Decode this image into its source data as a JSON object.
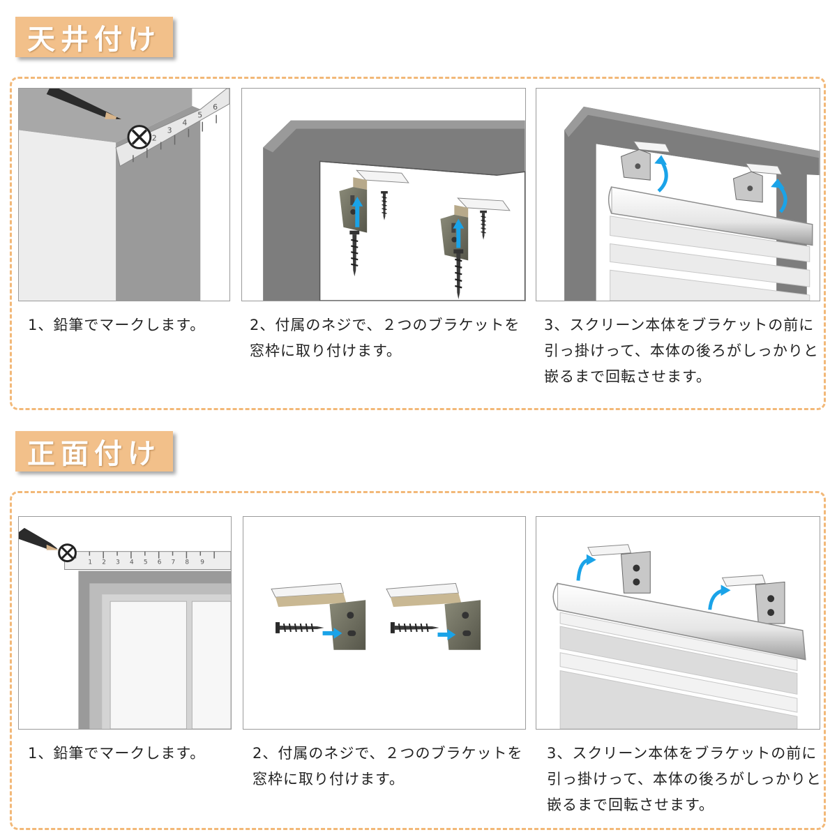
{
  "sections": [
    {
      "title": "天井付け",
      "steps": [
        {
          "caption": "1、鉛筆でマークします。",
          "ruler_numbers": [
            "6",
            "5",
            "4",
            "3",
            "2"
          ]
        },
        {
          "caption": "2、付属のネジで、２つのブラケットを窓枠に取り付けます。"
        },
        {
          "caption": "3、スクリーン本体をブラケットの前に引っ掛けって、本体の後ろがしっかりと嵌るまで回転させます。"
        }
      ]
    },
    {
      "title": "正面付け",
      "steps": [
        {
          "caption": "1、鉛筆でマークします。",
          "ruler_numbers": [
            "1",
            "2",
            "3",
            "4",
            "5",
            "6",
            "7",
            "8",
            "9"
          ]
        },
        {
          "caption": "2、付属のネジで、２つのブラケットを窓枠に取り付けます。"
        },
        {
          "caption": "3、スクリーン本体をブラケットの前に引っ掛けって、本体の後ろがしっかりと嵌るまで回転させます。"
        }
      ]
    }
  ],
  "colors": {
    "tab": "#f2c08a",
    "dashed_border": "#f2b878",
    "arrow": "#1aa3e8"
  },
  "icons": [
    "pencil-icon",
    "cross-circle-mark-icon",
    "screw-icon",
    "bracket-icon",
    "arrow-icon"
  ]
}
